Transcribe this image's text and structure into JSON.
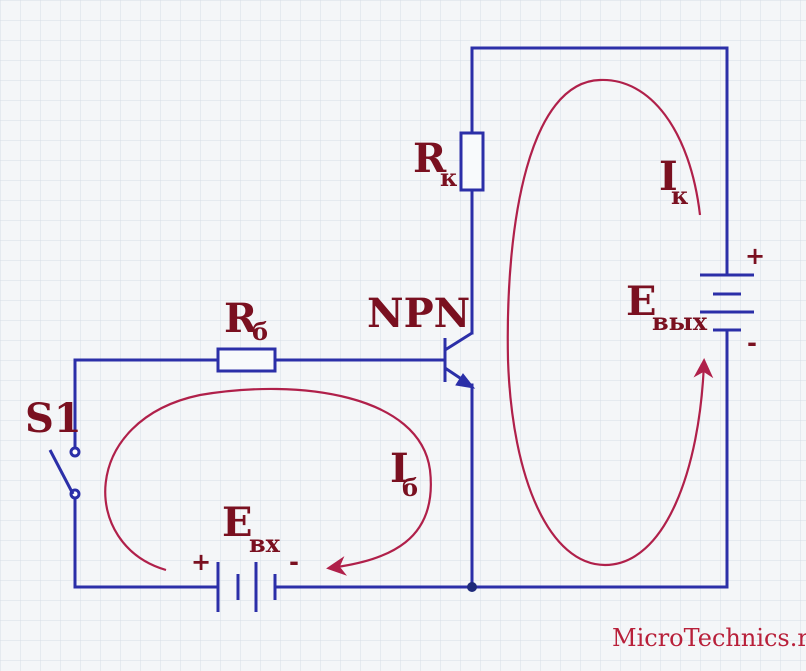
{
  "labels": {
    "switch": "S1",
    "r_base_main": "R",
    "r_base_sub": "б",
    "r_coll_main": "R",
    "r_coll_sub": "к",
    "transistor": "NPN",
    "e_in_main": "E",
    "e_in_sub": "вх",
    "e_out_main": "E",
    "e_out_sub": "вых",
    "i_base_main": "I",
    "i_base_sub": "б",
    "i_coll_main": "I",
    "i_coll_sub": "к",
    "plus_in": "+",
    "minus_in": "-",
    "plus_out": "+",
    "minus_out": "-"
  },
  "watermark": "MicroTechnics.ru",
  "colors": {
    "wire": "#2b2fa8",
    "current_loop": "#b0204a",
    "label": "#7a1020",
    "grid": "#c9d3de"
  }
}
